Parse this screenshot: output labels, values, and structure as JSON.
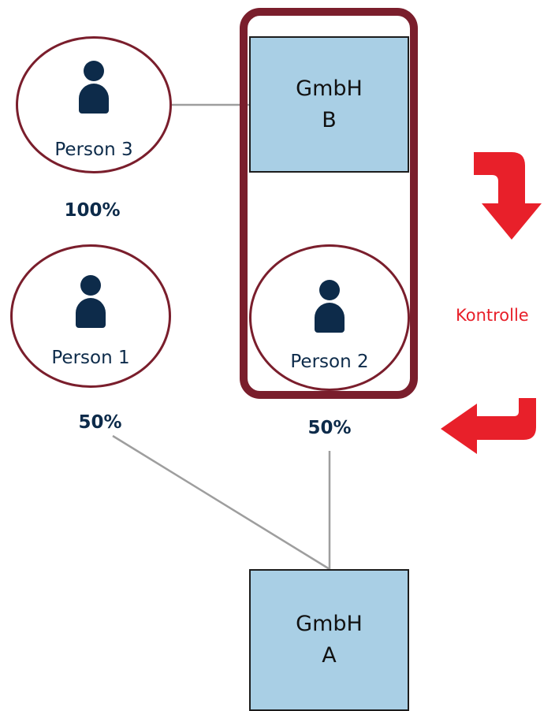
{
  "colors": {
    "box_fill": "#a9cfe5",
    "box_border": "#1c1c1c",
    "circle_border": "#7a1e2c",
    "group_border": "#7a1e2c",
    "person_icon": "#0d2b4a",
    "arrow": "#e8202a",
    "connector": "#9e9e9e",
    "percent_text": "#0d2b4a"
  },
  "entities": {
    "gmbh_b": {
      "line1": "GmbH",
      "line2": "B"
    },
    "gmbh_a": {
      "line1": "GmbH",
      "line2": "A"
    }
  },
  "persons": {
    "person3": {
      "label": "Person 3",
      "icon": "person-icon"
    },
    "person1": {
      "label": "Person 1",
      "icon": "person-icon"
    },
    "person2": {
      "label": "Person 2",
      "icon": "person-icon"
    }
  },
  "percentages": {
    "person3_to_gmbh_b": "100%",
    "person1_to_gmbh_a": "50%",
    "person2_to_gmbh_a": "50%"
  },
  "control": {
    "label": "Kontrolle",
    "icons": [
      "curved-arrow-down-icon",
      "curved-arrow-left-icon"
    ]
  }
}
